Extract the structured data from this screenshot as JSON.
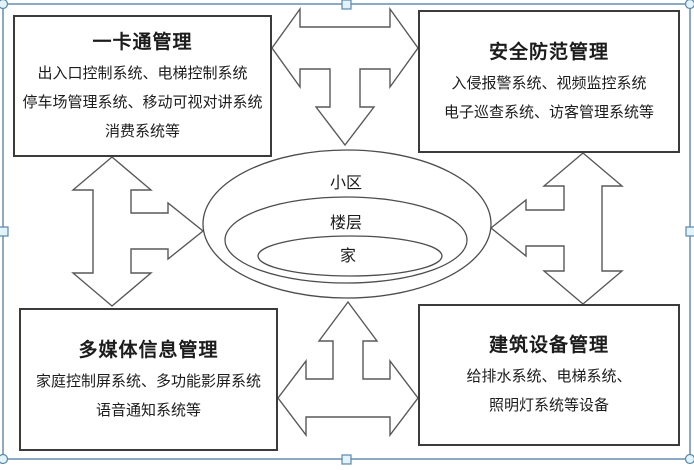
{
  "boxes": {
    "one_card": {
      "title": "一卡通管理",
      "lines": [
        "出入口控制系统、电梯控制系统",
        "停车场管理系统、移动可视对讲系统",
        "消费系统等"
      ]
    },
    "security": {
      "title": "安全防范管理",
      "lines": [
        "入侵报警系统、视频监控系统",
        "电子巡查系统、访客管理系统等"
      ]
    },
    "multimedia": {
      "title": "多媒体信息管理",
      "lines": [
        "家庭控制屏系统、多功能影屏系统",
        "语音通知系统等"
      ]
    },
    "building": {
      "title": "建筑设备管理",
      "lines": [
        "给排水系统、电梯系统、",
        "照明灯系统等设备"
      ]
    }
  },
  "center": {
    "community": "小区",
    "floor": "楼层",
    "home": "家"
  },
  "colors": {
    "canvas_border": "#4e7ca8",
    "handle_fill": "#e2f3fa",
    "handle_stroke": "#5a87ad",
    "shape_stroke": "#595959",
    "box_border": "#3b3b3b",
    "text": "#1c1c1c"
  }
}
